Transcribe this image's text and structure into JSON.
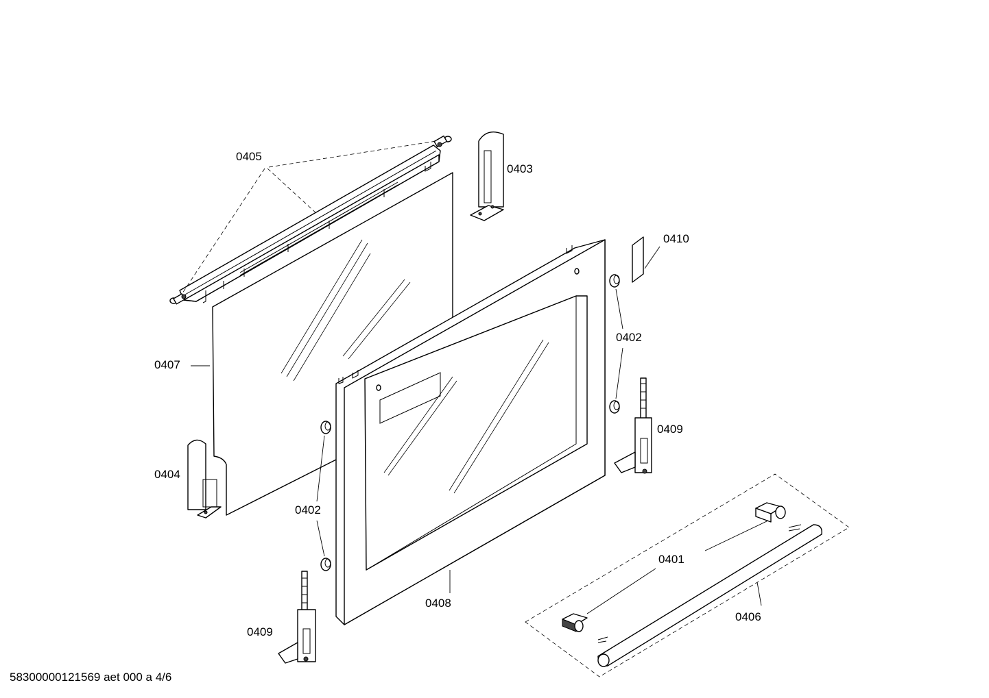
{
  "callouts": {
    "c0401": "0401",
    "c0402a": "0402",
    "c0402b": "0402",
    "c0403": "0403",
    "c0404": "0404",
    "c0405": "0405",
    "c0406": "0406",
    "c0407": "0407",
    "c0408": "0408",
    "c0409a": "0409",
    "c0409b": "0409",
    "c0410": "0410"
  },
  "footer": {
    "drawing_id": "58300000121569 aet 000 a 4/6"
  }
}
